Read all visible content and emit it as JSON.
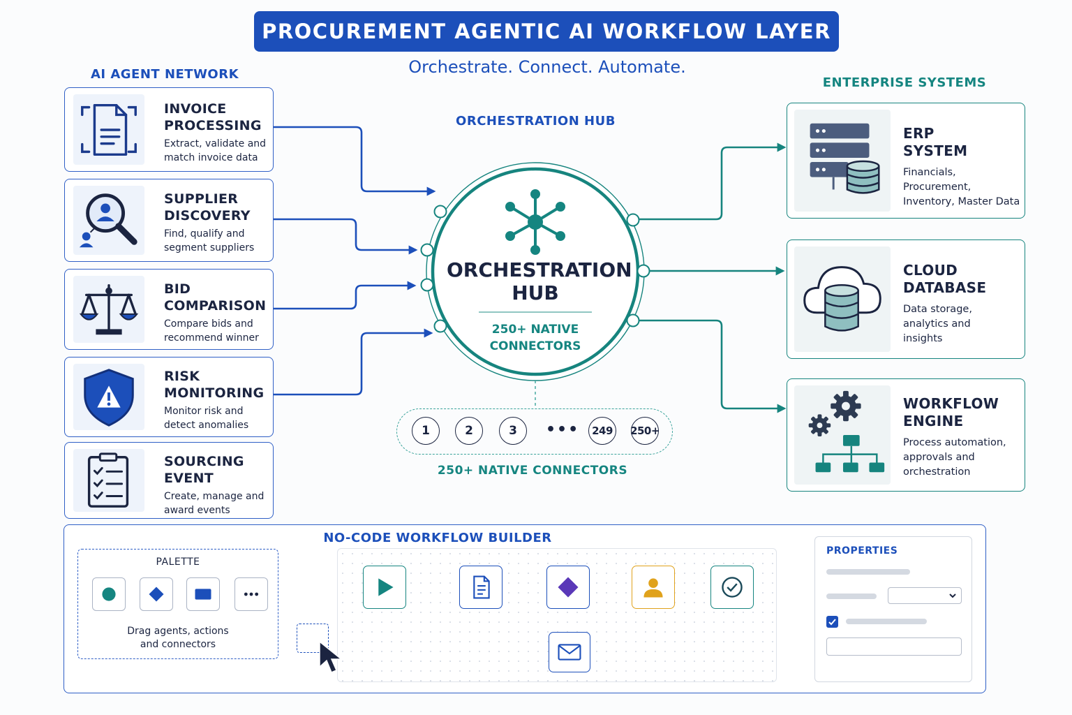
{
  "title": "PROCUREMENT AGENTIC AI WORKFLOW LAYER",
  "subtitle": "Orchestrate. Connect. Automate.",
  "sections": {
    "agents": "AI AGENT NETWORK",
    "hub": "ORCHESTRATION HUB",
    "enterprise": "ENTERPRISE SYSTEMS"
  },
  "agents": [
    {
      "title_line1": "INVOICE",
      "title_line2": "PROCESSING",
      "desc_line1": "Extract, validate and",
      "desc_line2": "match invoice data",
      "icon": "document-scan-icon"
    },
    {
      "title_line1": "SUPPLIER",
      "title_line2": "DISCOVERY",
      "desc_line1": "Find, qualify and",
      "desc_line2": "segment suppliers",
      "icon": "search-user-icon"
    },
    {
      "title_line1": "BID",
      "title_line2": "COMPARISON",
      "desc_line1": "Compare bids and",
      "desc_line2": "recommend winner",
      "icon": "scales-icon"
    },
    {
      "title_line1": "RISK",
      "title_line2": "MONITORING",
      "desc_line1": "Monitor risk and",
      "desc_line2": "detect anomalies",
      "icon": "shield-warning-icon"
    },
    {
      "title_line1": "SOURCING",
      "title_line2": "EVENT",
      "desc_line1": "Create, manage and",
      "desc_line2": "award events",
      "icon": "clipboard-checklist-icon"
    }
  ],
  "hub": {
    "title_line1": "ORCHESTRATION",
    "title_line2": "HUB",
    "sub_line1": "250+ NATIVE",
    "sub_line2": "CONNECTORS",
    "icon": "network-hub-icon"
  },
  "connectors": {
    "nodes": [
      "1",
      "2",
      "3",
      "249",
      "250+"
    ],
    "ellipsis": "•••",
    "label": "250+ NATIVE CONNECTORS"
  },
  "enterprise": [
    {
      "title_line1": "ERP",
      "title_line2": "SYSTEM",
      "desc_line1": "Financials, Procurement,",
      "desc_line2": "Inventory, Master Data",
      "desc_line3": "",
      "icon": "server-database-icon"
    },
    {
      "title_line1": "CLOUD",
      "title_line2": "DATABASE",
      "desc_line1": "Data storage,",
      "desc_line2": "analytics and",
      "desc_line3": "insights",
      "icon": "cloud-database-icon"
    },
    {
      "title_line1": "WORKFLOW",
      "title_line2": "ENGINE",
      "desc_line1": "Process automation,",
      "desc_line2": "approvals and",
      "desc_line3": "orchestration",
      "icon": "gears-hierarchy-icon"
    }
  ],
  "builder": {
    "title": "NO-CODE WORKFLOW BUILDER",
    "palette_title": "PALETTE",
    "palette_desc_line1": "Drag agents, actions",
    "palette_desc_line2": "and connectors",
    "palette_items": [
      "circle-icon",
      "diamond-icon",
      "rectangle-icon",
      "more-icon"
    ],
    "flow_nodes": [
      "play-icon",
      "document-icon",
      "diamond-icon",
      "user-icon",
      "check-circle-icon",
      "mail-icon"
    ],
    "properties_title": "PROPERTIES"
  },
  "colors": {
    "blue": "#1c4fba",
    "teal": "#158580",
    "navy": "#1b2440",
    "amber": "#e0a21c",
    "purple": "#5a38b8"
  }
}
